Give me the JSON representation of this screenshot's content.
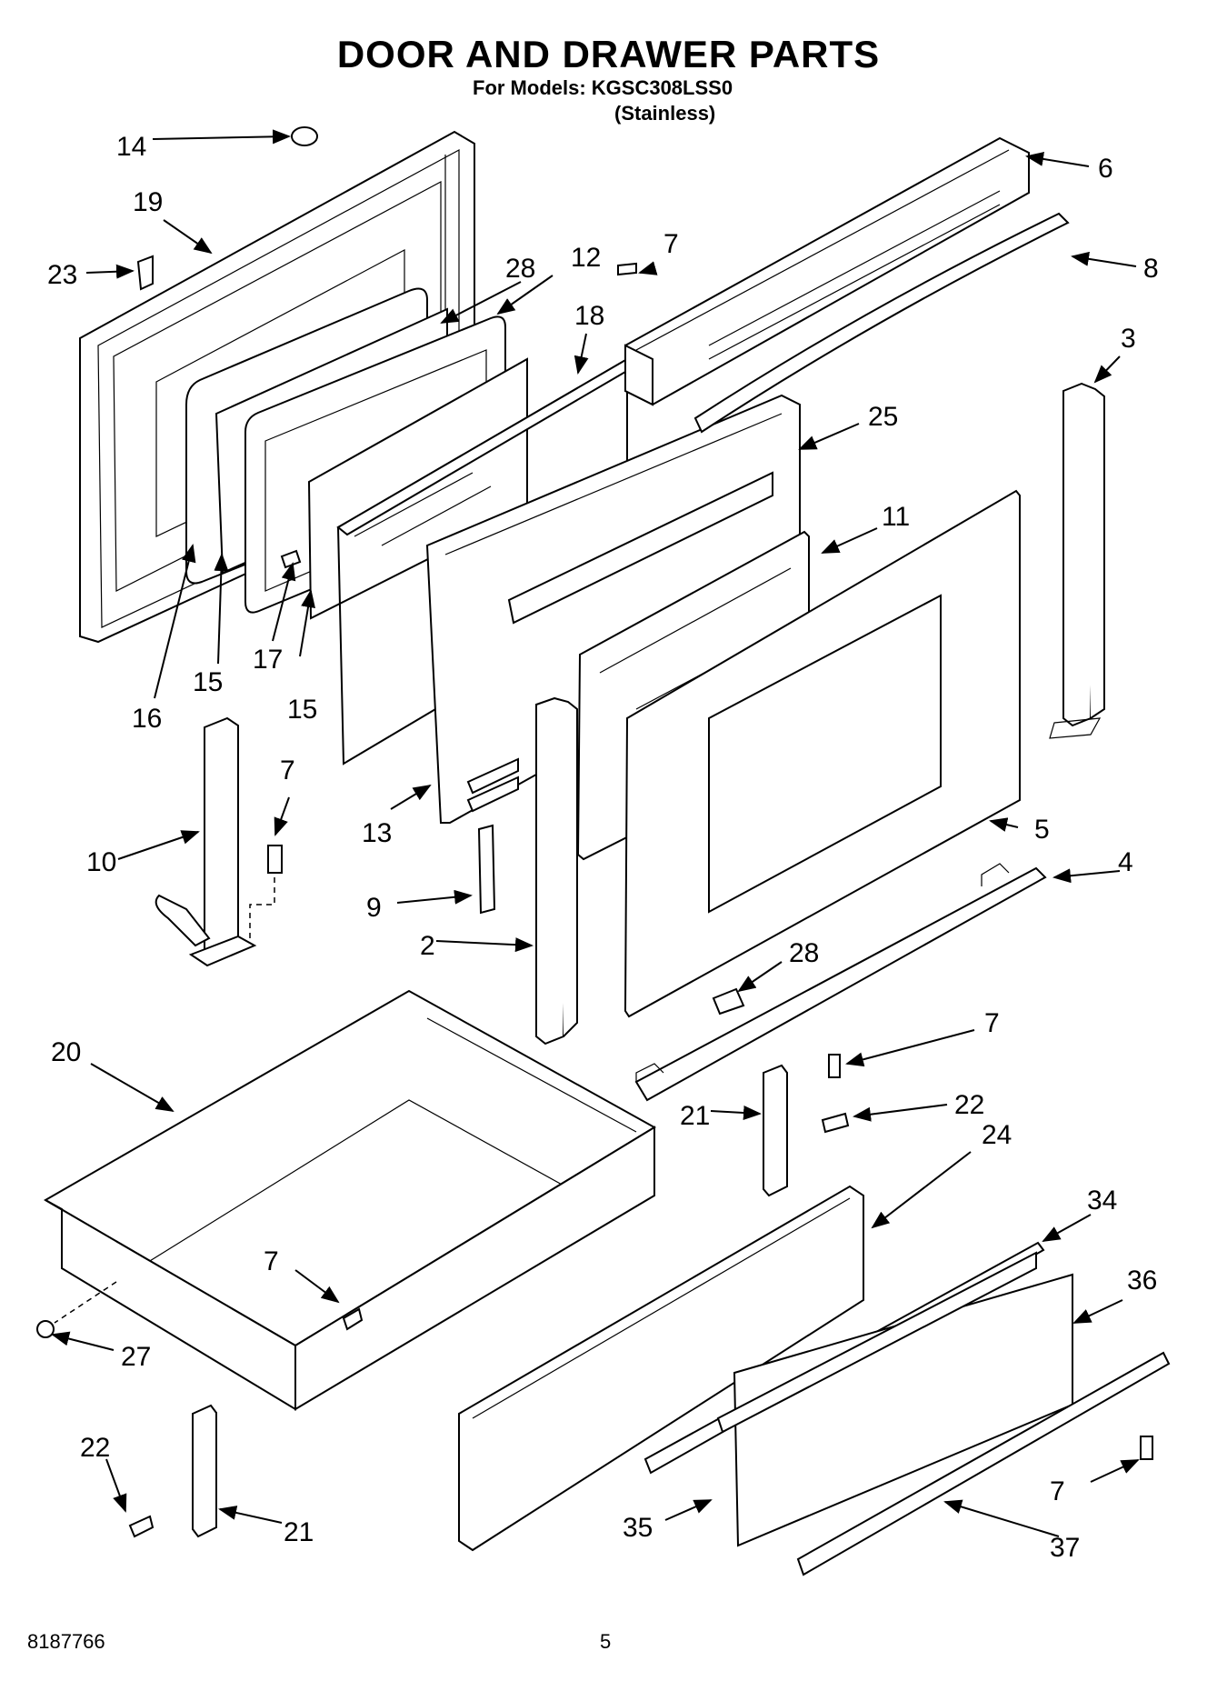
{
  "header": {
    "title": "DOOR AND DRAWER PARTS",
    "models": "For Models: KGSC308LSS0",
    "finish": "(Stainless)"
  },
  "footer": {
    "doc_number": "8187766",
    "page_number": "5"
  },
  "callouts": [
    {
      "id": "c14",
      "label": "14"
    },
    {
      "id": "c19",
      "label": "19"
    },
    {
      "id": "c23",
      "label": "23"
    },
    {
      "id": "c28a",
      "label": "28"
    },
    {
      "id": "c12",
      "label": "12"
    },
    {
      "id": "c18",
      "label": "18"
    },
    {
      "id": "c7a",
      "label": "7"
    },
    {
      "id": "c6",
      "label": "6"
    },
    {
      "id": "c8",
      "label": "8"
    },
    {
      "id": "c3",
      "label": "3"
    },
    {
      "id": "c25",
      "label": "25"
    },
    {
      "id": "c11",
      "label": "11"
    },
    {
      "id": "c16",
      "label": "16"
    },
    {
      "id": "c15a",
      "label": "15"
    },
    {
      "id": "c17",
      "label": "17"
    },
    {
      "id": "c15b",
      "label": "15"
    },
    {
      "id": "c7b",
      "label": "7"
    },
    {
      "id": "c10",
      "label": "10"
    },
    {
      "id": "c13",
      "label": "13"
    },
    {
      "id": "c5",
      "label": "5"
    },
    {
      "id": "c4",
      "label": "4"
    },
    {
      "id": "c9",
      "label": "9"
    },
    {
      "id": "c2",
      "label": "2"
    },
    {
      "id": "c28b",
      "label": "28"
    },
    {
      "id": "c7c",
      "label": "7"
    },
    {
      "id": "c20",
      "label": "20"
    },
    {
      "id": "c21a",
      "label": "21"
    },
    {
      "id": "c22a",
      "label": "22"
    },
    {
      "id": "c24",
      "label": "24"
    },
    {
      "id": "c34",
      "label": "34"
    },
    {
      "id": "c7d",
      "label": "7"
    },
    {
      "id": "c36",
      "label": "36"
    },
    {
      "id": "c27",
      "label": "27"
    },
    {
      "id": "c22b",
      "label": "22"
    },
    {
      "id": "c21b",
      "label": "21"
    },
    {
      "id": "c7e",
      "label": "7"
    },
    {
      "id": "c35",
      "label": "35"
    },
    {
      "id": "c37",
      "label": "37"
    }
  ]
}
